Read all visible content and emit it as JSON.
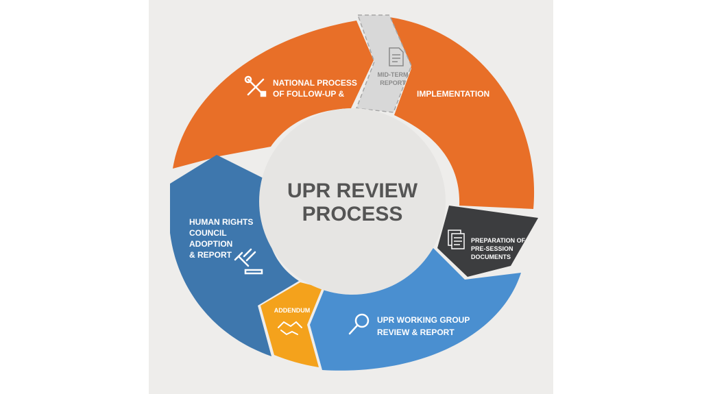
{
  "diagram": {
    "title": [
      "UPR REVIEW",
      "PROCESS"
    ],
    "segments": {
      "national": {
        "lines": [
          "NATIONAL PROCESS",
          "OF FOLLOW-UP &"
        ],
        "icon": "tools-icon",
        "color": "#e86f28"
      },
      "midterm": {
        "lines": [
          "MID-TERM",
          "REPORT"
        ],
        "icon": "document-icon",
        "color": "#d8d8d8"
      },
      "implementation": {
        "lines": [
          "IMPLEMENTATION"
        ],
        "color": "#e86f28"
      },
      "presession": {
        "lines": [
          "PREPARATION OF",
          "PRE-SESSION",
          "DOCUMENTS"
        ],
        "icon": "documents-icon",
        "color": "#3c3d3f"
      },
      "working": {
        "lines": [
          "UPR WORKING GROUP",
          "REVIEW & REPORT"
        ],
        "icon": "magnifier-icon",
        "color": "#4a8fd0"
      },
      "addendum": {
        "lines": [
          "ADDENDUM"
        ],
        "icon": "handshake-icon",
        "color": "#f4a21c"
      },
      "hrc": {
        "lines": [
          "HUMAN RIGHTS",
          "COUNCIL",
          "ADOPTION",
          "& REPORT"
        ],
        "icon": "gavel-icon",
        "color": "#3e77ad"
      }
    }
  }
}
